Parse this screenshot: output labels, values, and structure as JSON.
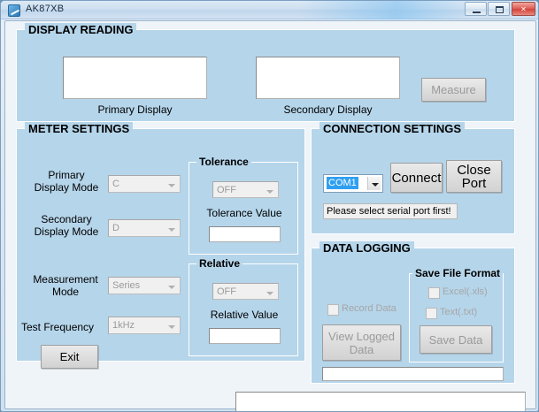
{
  "window": {
    "title": "AK87XB",
    "icon": "app-icon",
    "controls": {
      "minimize": "minimize-icon",
      "maximize": "maximize-icon",
      "close": "✕"
    }
  },
  "colors": {
    "panel_fill": "#b5d5ea",
    "form_fill": "#eff4f9",
    "selection_highlight": "#2f9ff0",
    "disabled_text": "#9a9a9a",
    "close_button": "#d2453c"
  },
  "display_reading": {
    "legend": "DISPLAY READING",
    "primary": {
      "label": "Primary Display",
      "value": ""
    },
    "secondary": {
      "label": "Secondary Display",
      "value": ""
    },
    "measure_button": {
      "label": "Measure",
      "enabled": false
    }
  },
  "meter_settings": {
    "legend": "METER SETTINGS",
    "fields": [
      {
        "label": "Primary\nDisplay Mode",
        "label_line1": "Primary",
        "label_line2": "Display Mode",
        "value": "C",
        "enabled": false
      },
      {
        "label": "Secondary\nDisplay Mode",
        "label_line1": "Secondary",
        "label_line2": "Display Mode",
        "value": "D",
        "enabled": false
      },
      {
        "label": "Measurement\nMode",
        "label_line1": "Measurement",
        "label_line2": "Mode",
        "value": "Series",
        "enabled": false
      },
      {
        "label": "Test Frequency",
        "label_line1": "Test Frequency",
        "label_line2": "",
        "value": "1kHz",
        "enabled": false
      }
    ],
    "tolerance": {
      "legend": "Tolerance",
      "mode": "OFF",
      "value_label": "Tolerance Value",
      "value": ""
    },
    "relative": {
      "legend": "Relative",
      "mode": "OFF",
      "value_label": "Relative Value",
      "value": ""
    },
    "exit_button": {
      "label": "Exit",
      "enabled": true
    }
  },
  "connection_settings": {
    "legend": "CONNECTION SETTINGS",
    "port": {
      "value": "COM1",
      "selected": true
    },
    "connect_button": {
      "label": "Connect",
      "enabled": true
    },
    "close_port_button": {
      "label_line1": "Close",
      "label_line2": "Port",
      "enabled": true
    },
    "status_message": "Please select serial port first!"
  },
  "data_logging": {
    "legend": "DATA LOGGING",
    "record_data": {
      "label": "Record Data",
      "checked": false,
      "enabled": false
    },
    "view_logged_button": {
      "label_line1": "View Logged",
      "label_line2": "Data",
      "enabled": false
    },
    "save_file_format": {
      "legend": "Save File Format",
      "options": [
        {
          "label": "Excel(.xls)",
          "checked": false,
          "enabled": false
        },
        {
          "label": "Text(.txt)",
          "checked": false,
          "enabled": false
        }
      ]
    },
    "save_data_button": {
      "label": "Save Data",
      "enabled": false
    },
    "log_path": {
      "value": ""
    }
  },
  "footer": {
    "output_field": {
      "value": ""
    }
  }
}
